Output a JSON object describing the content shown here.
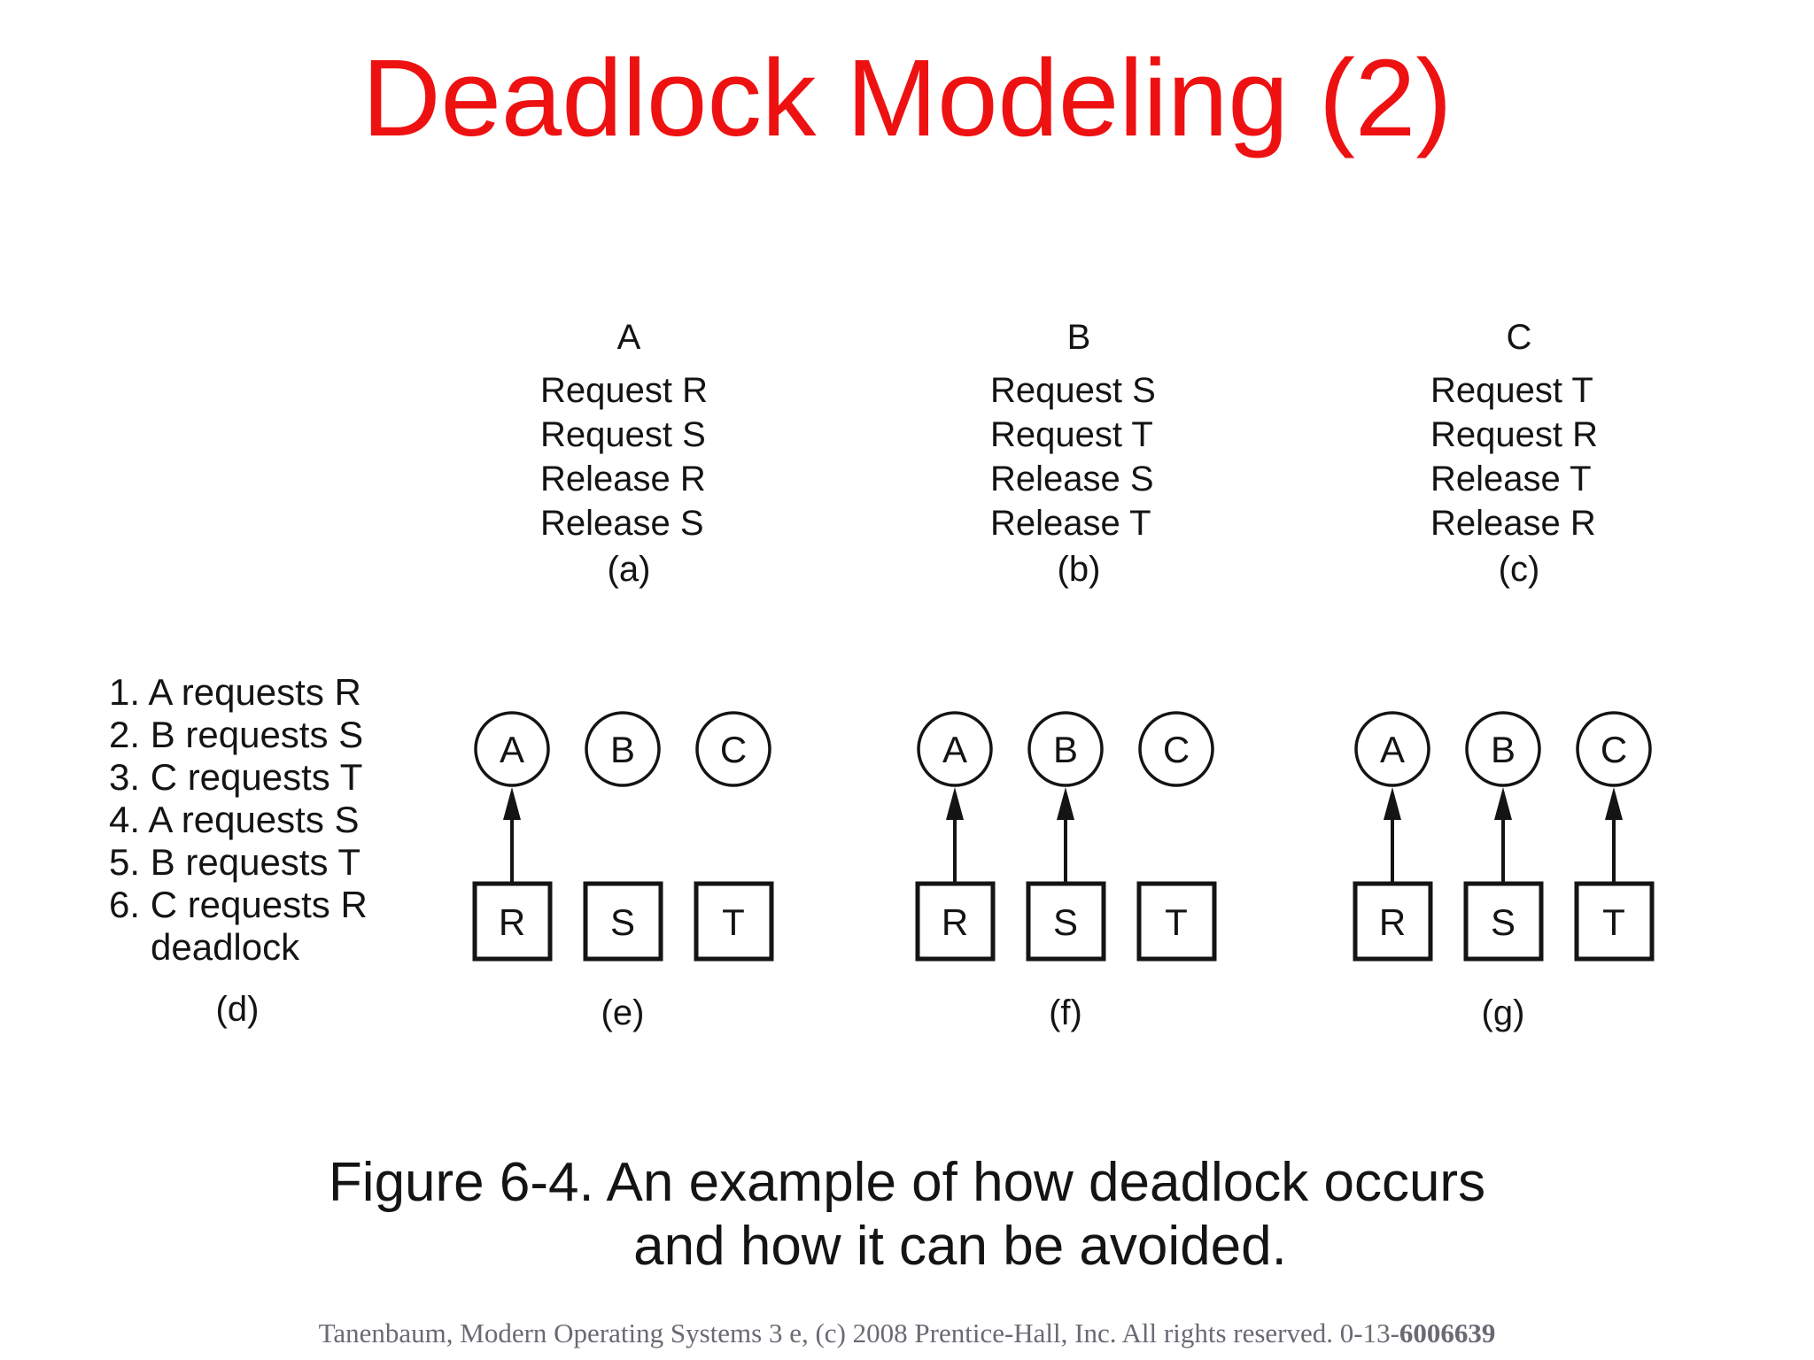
{
  "title": "Deadlock Modeling (2)",
  "colors": {
    "title_red": "#ee1111",
    "ink_black": "#141414",
    "footer_gray": "#6a6a73",
    "background": "#ffffff"
  },
  "process_columns": [
    {
      "name": "A",
      "steps": [
        "Request R",
        "Request S",
        "Release R",
        "Release S"
      ],
      "label": "(a)"
    },
    {
      "name": "B",
      "steps": [
        "Request S",
        "Request T",
        "Release S",
        "Release T"
      ],
      "label": "(b)"
    },
    {
      "name": "C",
      "steps": [
        "Request T",
        "Request R",
        "Release T",
        "Release R"
      ],
      "label": "(c)"
    }
  ],
  "sequence": {
    "items": [
      "1. A requests R",
      "2. B requests S",
      "3. C requests T",
      "4. A requests S",
      "5. B requests T",
      "6. C requests R",
      "deadlock"
    ],
    "label": "(d)"
  },
  "graphs": [
    {
      "label": "(e)",
      "processes": [
        "A",
        "B",
        "C"
      ],
      "resources": [
        "R",
        "S",
        "T"
      ],
      "assignments": [
        {
          "from": "R",
          "to": "A"
        }
      ]
    },
    {
      "label": "(f)",
      "processes": [
        "A",
        "B",
        "C"
      ],
      "resources": [
        "R",
        "S",
        "T"
      ],
      "assignments": [
        {
          "from": "R",
          "to": "A"
        },
        {
          "from": "S",
          "to": "B"
        }
      ]
    },
    {
      "label": "(g)",
      "processes": [
        "A",
        "B",
        "C"
      ],
      "resources": [
        "R",
        "S",
        "T"
      ],
      "assignments": [
        {
          "from": "R",
          "to": "A"
        },
        {
          "from": "S",
          "to": "B"
        },
        {
          "from": "T",
          "to": "C"
        }
      ]
    }
  ],
  "caption": {
    "line1": "Figure 6-4. An example of how deadlock occurs",
    "line2": "and how it can be avoided."
  },
  "footer": {
    "text": "Tanenbaum, Modern Operating Systems 3 e, (c) 2008 Prentice-Hall, Inc. All rights reserved. 0-13-",
    "bold": "6006639"
  }
}
